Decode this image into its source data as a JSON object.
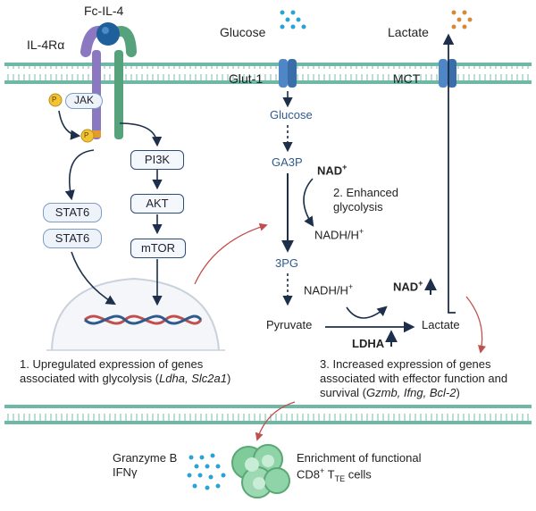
{
  "ligand": {
    "label": "Fc-IL-4"
  },
  "receptor": {
    "label": "IL-4Rα"
  },
  "jak": {
    "label": "JAK",
    "phospho_badge": "P"
  },
  "glucose_top": {
    "label": "Glucose"
  },
  "lactate_top": {
    "label": "Lactate"
  },
  "glut1": {
    "label": "Glut-1"
  },
  "mct": {
    "label": "MCT"
  },
  "pathway": {
    "glucose": "Glucose",
    "ga3p": "GA3P",
    "nad_plus": "NAD",
    "nad_plus_sup": "+",
    "enhanced_glycolysis": "2. Enhanced glycolysis",
    "nadh": "NADH/H",
    "nadh_sup": "+",
    "pg3": "3PG",
    "nadh2": "NADH/H",
    "nadh2_sup": "+",
    "nad_up": "NAD",
    "nad_up_sup": "+",
    "pyruvate": "Pyruvate",
    "lactate": "Lactate",
    "ldha": "LDHA"
  },
  "signaling": {
    "pi3k": "PI3K",
    "akt": "AKT",
    "mtor": "mTOR",
    "stat6_a": "STAT6",
    "stat6_b": "STAT6"
  },
  "captions": {
    "c1_text": "1. Upregulated expression of genes associated with glycolysis (",
    "c1_italic": "Ldha, Slc2a1",
    "c1_end": ")",
    "c3_text": "3.  Increased expression  of genes associated  with effector function and survival (",
    "c3_italic": "Gzmb, Ifng, Bcl-2",
    "c3_end": ")"
  },
  "cytokines": {
    "line1": "Granzyme B",
    "line2": "IFNγ"
  },
  "enrichment": {
    "line1": "Enrichment of functional",
    "line2_pre": "CD8",
    "line2_sup": "+",
    "line2_mid": " T",
    "line2_sub": "TE",
    "line2_post": " cells"
  },
  "colors": {
    "membrane": "#6fb8a6",
    "receptor_purple": "#8a78c0",
    "receptor_green": "#56a27c",
    "ligand_blue": "#1f5f9a",
    "transporter_blue": "#4f86c6",
    "arrow_dark": "#1d2f4a",
    "arrow_red": "#c0504d",
    "glucose_dot": "#2aa3d4",
    "lactate_dot": "#d48a3a",
    "phospho": "#f2c433",
    "cell_green": "#8fd3a8"
  }
}
